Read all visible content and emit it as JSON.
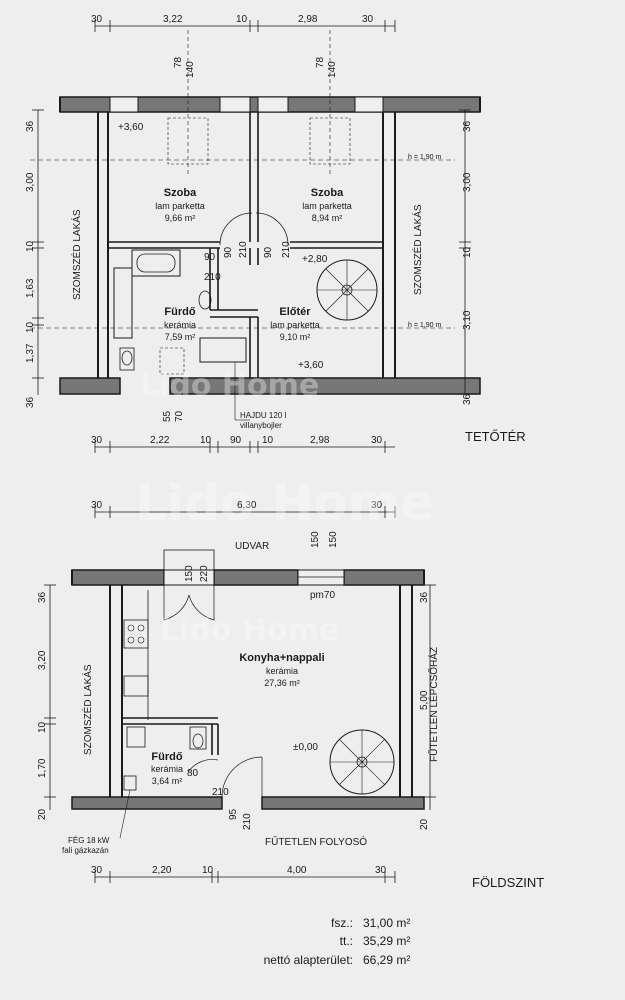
{
  "watermark": "Lido Home",
  "attic": {
    "title": "TETŐTÉR",
    "top_dims": [
      "30",
      "3,22",
      "10",
      "2,98",
      "30"
    ],
    "window_dims_left": [
      "78",
      "140"
    ],
    "window_dims_right": [
      "78",
      "140"
    ],
    "left_dims": [
      "36",
      "3,00",
      "10",
      "1,63",
      "10",
      "1,37",
      "36"
    ],
    "right_dims": [
      "36",
      "3,00",
      "10",
      "3,10",
      "36"
    ],
    "bottom_dims": [
      "30",
      "2,22",
      "10",
      "90",
      "10",
      "2,98",
      "30"
    ],
    "neighbor_left": "SZOMSZÉD LAKÁS",
    "neighbor_right": "SZOMSZÉD LAKÁS",
    "level_top_left": "+3,60",
    "level_center": "+2,80",
    "level_bottom": "+3,60",
    "h_note_1": "h = 1,90 m",
    "h_note_2": "h = 1,90 m",
    "rooms": {
      "szoba1": {
        "name": "Szoba",
        "floor": "lam parketta",
        "area": "9,66 m²"
      },
      "szoba2": {
        "name": "Szoba",
        "floor": "lam parketta",
        "area": "8,94 m²"
      },
      "furdo": {
        "name": "Fürdő",
        "floor": "kerámia",
        "area": "7,59 m²"
      },
      "eloter": {
        "name": "Előtér",
        "floor": "lam parketta",
        "area": "9,10 m²"
      }
    },
    "door_labels": [
      "90",
      "210",
      "210",
      "90",
      "90",
      "210"
    ],
    "boiler_dims": [
      "55",
      "70"
    ],
    "boiler_note_1": "HAJDU 120 l",
    "boiler_note_2": "villanybojler"
  },
  "ground": {
    "title": "FÖLDSZINT",
    "top_dims": [
      "30",
      "6,30",
      "30"
    ],
    "courtyard": "UDVAR",
    "door_top_dims": [
      "150",
      "220"
    ],
    "window_top_dims": [
      "150",
      "150"
    ],
    "window_label": "pm70",
    "left_dims": [
      "36",
      "3,20",
      "10",
      "1,70",
      "20"
    ],
    "right_dims": [
      "36",
      "5,00",
      "20"
    ],
    "neighbor_left": "SZOMSZÉD LAKÁS",
    "stairwell": "FŰTETLEN LÉPCSŐHÁZ",
    "corridor": "FŰTETLEN FOLYOSÓ",
    "level": "±0,00",
    "rooms": {
      "konyha": {
        "name": "Konyha+nappali",
        "floor": "kerámia",
        "area": "27,36 m²"
      },
      "furdo": {
        "name": "Fürdő",
        "floor": "kerámia",
        "area": "3,64 m²"
      }
    },
    "door_labels": [
      "80",
      "210",
      "95",
      "210"
    ],
    "boiler_note_1": "FÉG 18 kW",
    "boiler_note_2": "fali gázkazán",
    "bottom_dims": [
      "30",
      "2,20",
      "10",
      "4,00",
      "30"
    ]
  },
  "summary": [
    {
      "label": "fsz.:",
      "value": "31,00 m²"
    },
    {
      "label": "tt.:",
      "value": "35,29 m²"
    },
    {
      "label": "nettó alapterület:",
      "value": "66,29 m²"
    }
  ]
}
